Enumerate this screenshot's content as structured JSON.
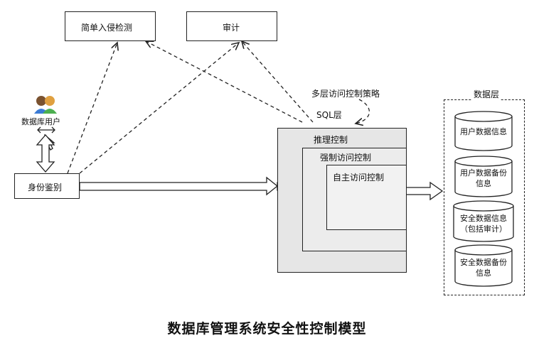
{
  "top_boxes": {
    "intrusion_detection": "简单入侵检测",
    "audit": "审计"
  },
  "user": {
    "label": "数据库用户"
  },
  "auth_box": {
    "label": "身份鉴别"
  },
  "annotations": {
    "multilevel_policy": "多层访问控制策略",
    "sql_layer": "SQL层"
  },
  "control_layers": {
    "inference": "推理控制",
    "mandatory": "强制访问控制",
    "discretionary": "自主访问控制"
  },
  "data_layer": {
    "title": "数据层",
    "items": [
      {
        "line1": "用户数据信息",
        "line2": ""
      },
      {
        "line1": "用户数据备份",
        "line2": "信息"
      },
      {
        "line1": "安全数据信息",
        "line2": "（包括审计）"
      },
      {
        "line1": "安全数据备份",
        "line2": "信息"
      }
    ]
  },
  "caption": "数据库管理系统安全性控制模型"
}
